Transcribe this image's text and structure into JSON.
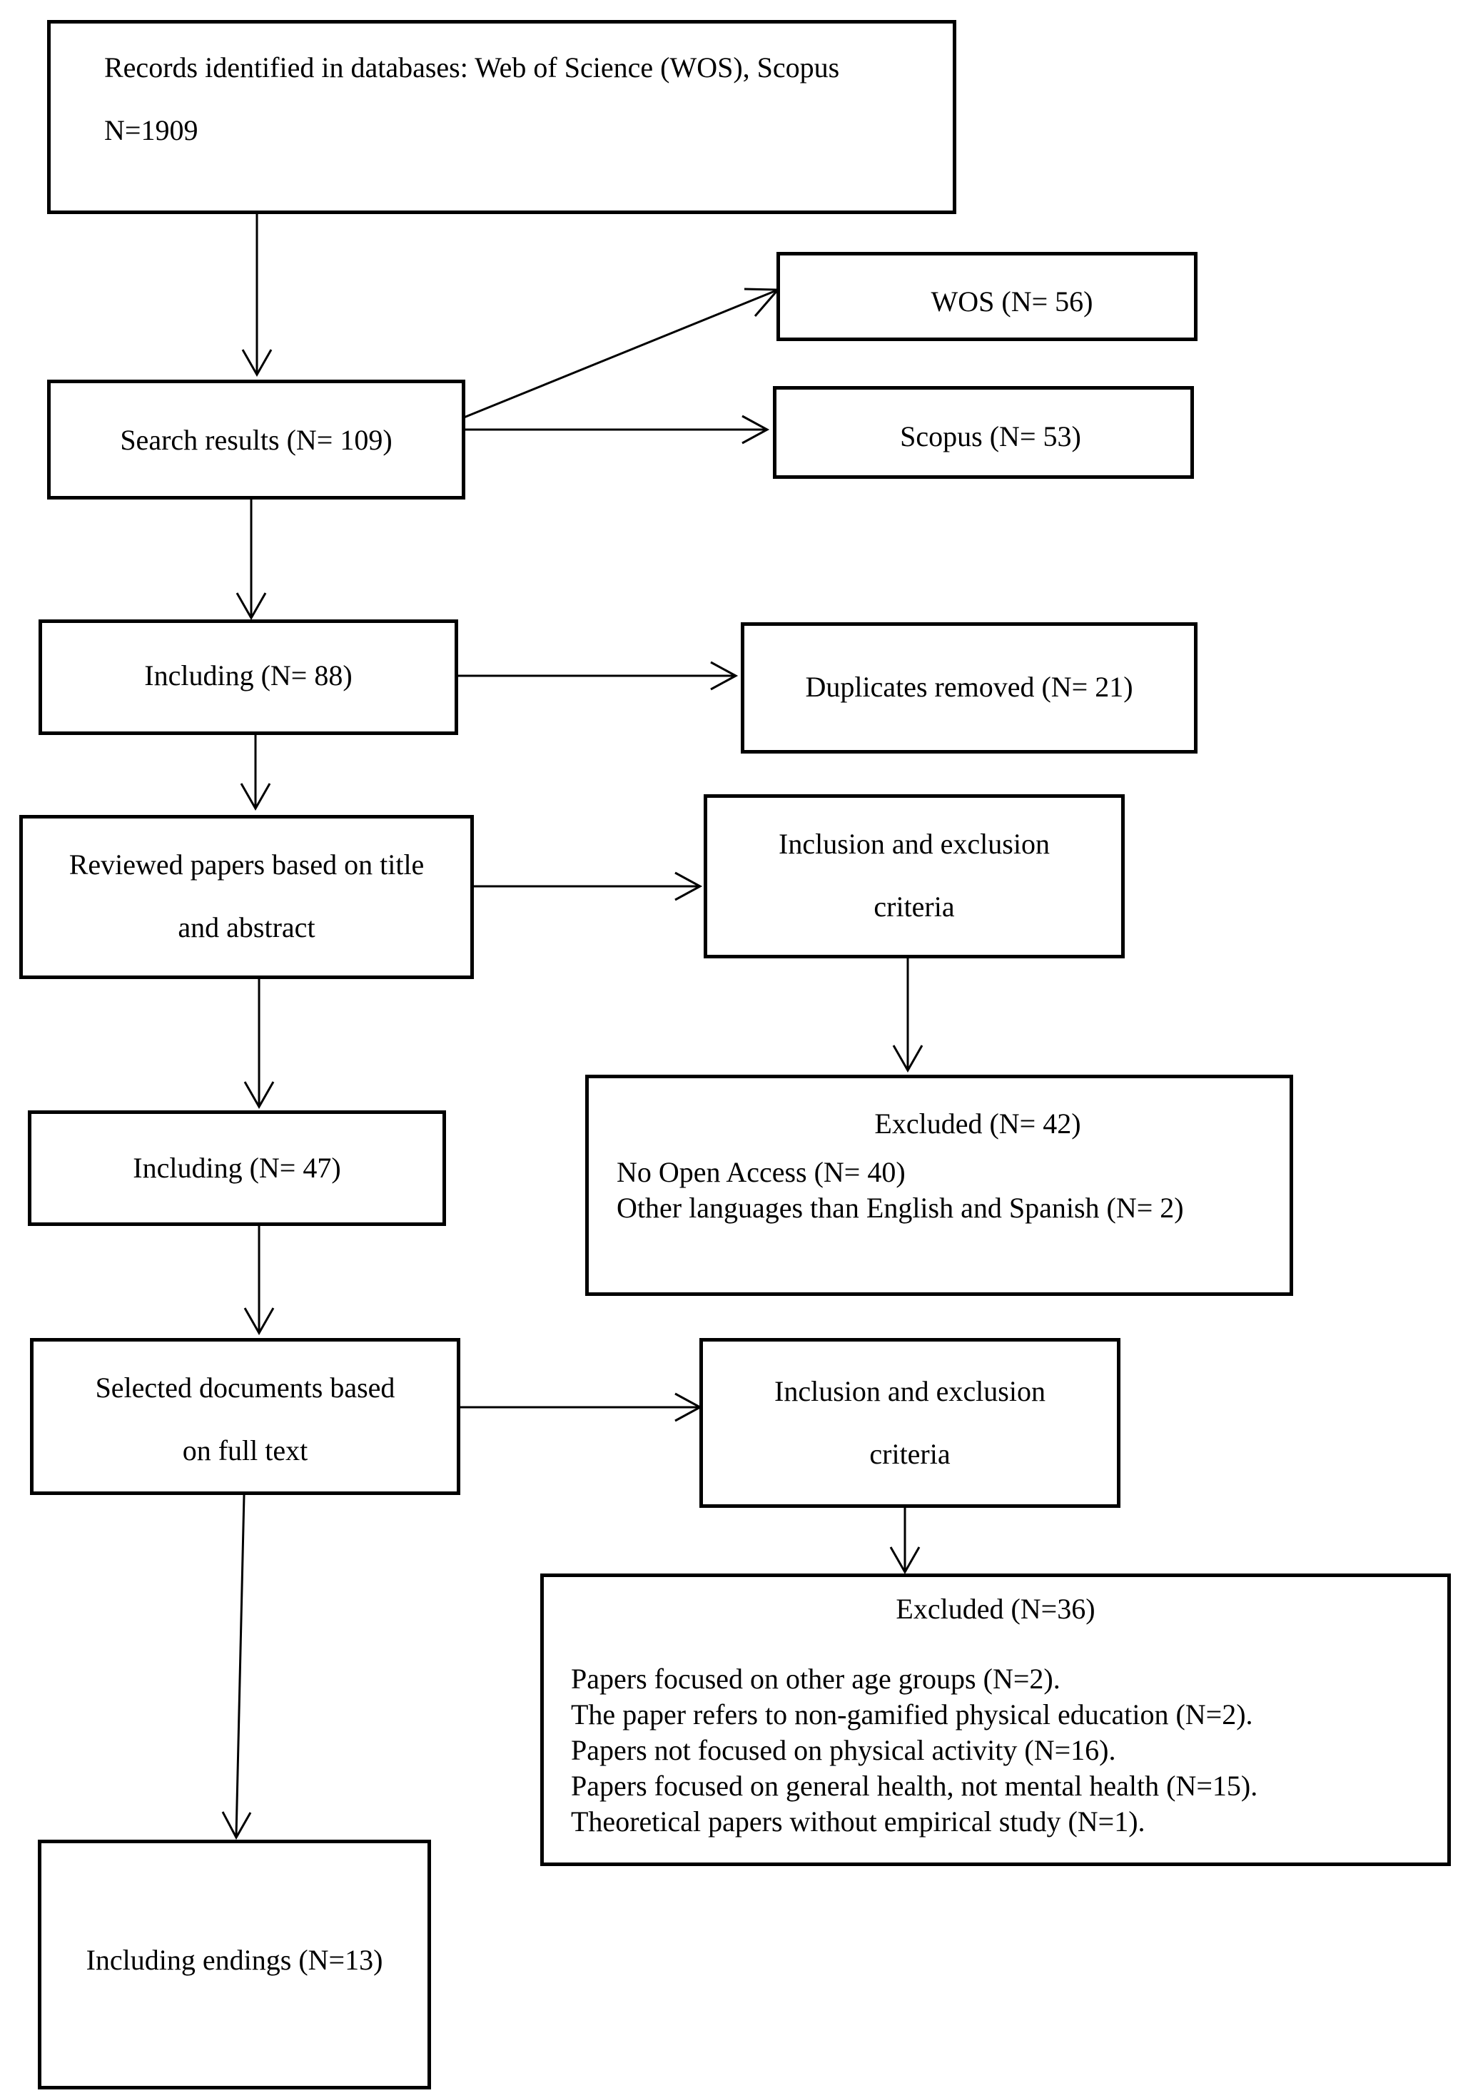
{
  "records": {
    "line1": "Records identified in databases: Web of Science (WOS), Scopus",
    "line2": "N=1909"
  },
  "search_results": "Search results (N= 109)",
  "wos": "WOS (N= 56)",
  "scopus": "Scopus (N= 53)",
  "including_88": "Including (N= 88)",
  "duplicates": "Duplicates removed (N= 21)",
  "reviewed": {
    "line1": "Reviewed papers based on title",
    "line2": "and abstract"
  },
  "criteria_1": {
    "line1": "Inclusion and exclusion",
    "line2": "criteria"
  },
  "excluded_42": {
    "title": "Excluded (N= 42)",
    "items": [
      "No Open Access (N= 40)",
      "Other languages than English and Spanish (N= 2)"
    ]
  },
  "including_47": "Including (N= 47)",
  "selected": {
    "line1": "Selected documents based",
    "line2": "on full text"
  },
  "criteria_2": {
    "line1": "Inclusion and exclusion",
    "line2": "criteria"
  },
  "excluded_36": {
    "title": "Excluded (N=36)",
    "items": [
      "Papers focused on other age groups (N=2).",
      "The paper refers to non-gamified physical education (N=2).",
      "Papers not focused on physical activity (N=16).",
      "Papers focused on general health, not mental health (N=15).",
      "Theoretical papers without empirical study (N=1)."
    ]
  },
  "including_endings": "Including endings (N=13)"
}
